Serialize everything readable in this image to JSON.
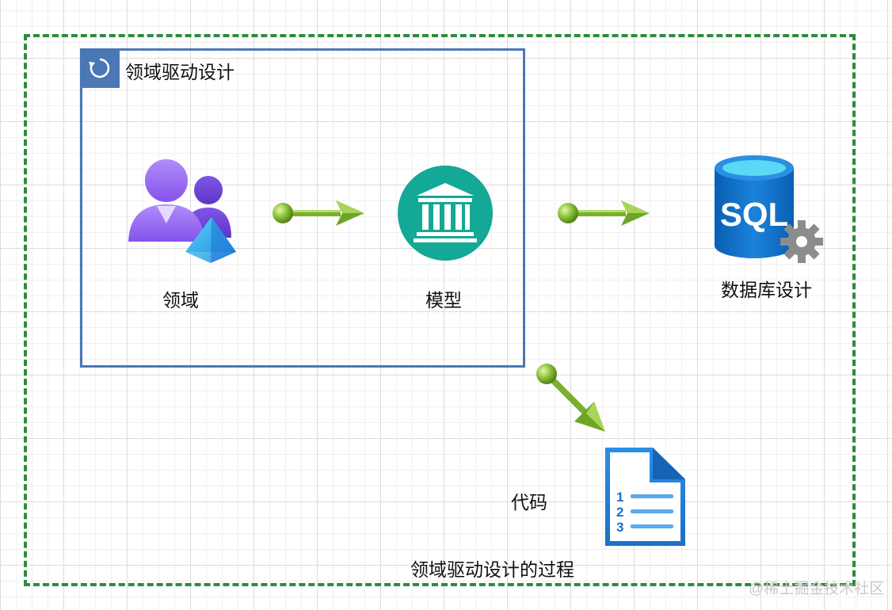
{
  "diagram": {
    "group_title": "领域驱动设计",
    "nodes": {
      "domain": {
        "label": "领域",
        "icon": "user-group-icon"
      },
      "model": {
        "label": "模型",
        "icon": "bank-building-icon"
      },
      "database": {
        "label": "数据库设计",
        "icon": "sql-database-icon",
        "icon_text": "SQL"
      },
      "code": {
        "label": "代码",
        "icon": "numbered-document-icon",
        "list_numbers": [
          "1",
          "2",
          "3"
        ]
      }
    },
    "caption": "领域驱动设计的过程",
    "colors": {
      "outer_border": "#2e8b3e",
      "group_border": "#4a78b5",
      "arrow": "#7ab02d",
      "model_circle": "#14a896",
      "sql_blue": "#0b6cc4",
      "user_purple": "#8a5cf0"
    }
  },
  "watermark": "@稀土掘金技术社区"
}
